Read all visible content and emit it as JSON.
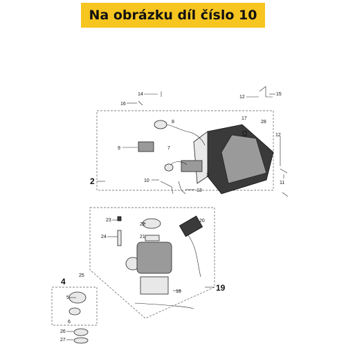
{
  "banner": {
    "text": "Na obrázku díl číslo 10",
    "color": "#f7c520"
  },
  "callouts": {
    "n2": "2",
    "n3": "3",
    "n4": "4",
    "n5": "5",
    "n6": "6",
    "n7": "7",
    "n8": "8",
    "n9": "9",
    "n10": "10",
    "n11": "11",
    "n12a": "12",
    "n12b": "12",
    "n13": "13",
    "n14": "14",
    "n15": "15",
    "n16": "16",
    "n17": "17",
    "n18": "18",
    "n19": "19",
    "n20": "20",
    "n21": "21",
    "n22": "22",
    "n23": "23",
    "n24": "24",
    "n25": "25",
    "n26": "26",
    "n27": "27",
    "n28": "28"
  }
}
